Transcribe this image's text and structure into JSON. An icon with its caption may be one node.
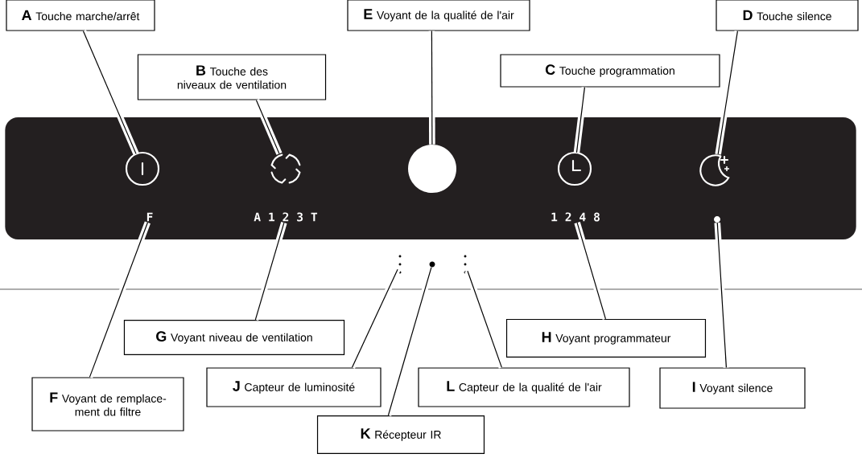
{
  "diagram": {
    "nodes": [
      {
        "text": [],
        "shape": "box"
      },
      {
        "text": [
          "A",
          "Touche marche/arrêt"
        ]
      },
      {
        "text": [
          "E",
          "Voyant de la qualité de l'air"
        ]
      },
      {
        "text": [
          "D",
          "Touche silence"
        ]
      },
      {
        "text": [
          "B",
          "Touche des niveaux de ventilation"
        ]
      },
      {
        "text": [
          "C",
          "Touche programmation"
        ]
      },
      {
        "text": [],
        "shape": "power",
        "in": 0
      },
      {
        "text": [],
        "shape": "fan",
        "in": 0
      },
      {
        "text": [],
        "shape": "circle",
        "in": 0
      },
      {
        "text": [],
        "shape": "clock",
        "in": 0
      },
      {
        "text": [],
        "shape": "moon",
        "in": 0
      },
      {
        "text": [
          "F"
        ],
        "in": 0
      },
      {
        "text": [
          "A 1 2 3 T"
        ],
        "in": 0
      },
      {
        "text": [
          "1 2 4 8"
        ],
        "in": 0
      },
      {
        "text": [],
        "shape": "dot",
        "in": 0
      },
      {
        "text": [],
        "shape": "dots"
      },
      {
        "text": [],
        "shape": "dot"
      },
      {
        "text": [],
        "shape": "dots"
      },
      {
        "text": [
          "G",
          "Voyant niveau de ventilation"
        ]
      },
      {
        "text": [
          "H",
          "Voyant programmateur"
        ]
      },
      {
        "text": [
          "F",
          "Voyant de remplace-ment du filtre"
        ]
      },
      {
        "text": [
          "J",
          "Capteur de luminosité"
        ]
      },
      {
        "text": [
          "L",
          "Capteur de la qualité de l'air"
        ]
      },
      {
        "text": [
          "I",
          "Voyant silence"
        ]
      },
      {
        "text": [
          "K",
          "Récepteur IR"
        ]
      }
    ],
    "edges": [
      {
        "from": 1,
        "to": 6,
        "arrow": "none"
      },
      {
        "from": 2,
        "to": 8,
        "arrow": "none"
      },
      {
        "from": 3,
        "to": 10,
        "arrow": "none"
      },
      {
        "from": 4,
        "to": 7,
        "arrow": "none"
      },
      {
        "from": 5,
        "to": 9,
        "arrow": "none"
      },
      {
        "from": 18,
        "to": 12,
        "arrow": "none"
      },
      {
        "from": 19,
        "to": 13,
        "arrow": "none"
      },
      {
        "from": 20,
        "to": 11,
        "arrow": "none"
      },
      {
        "from": 21,
        "to": 15,
        "arrow": "none"
      },
      {
        "from": 22,
        "to": 17,
        "arrow": "none"
      },
      {
        "from": 23,
        "to": 14,
        "arrow": "none"
      },
      {
        "from": 24,
        "to": 16,
        "arrow": "none"
      }
    ]
  }
}
